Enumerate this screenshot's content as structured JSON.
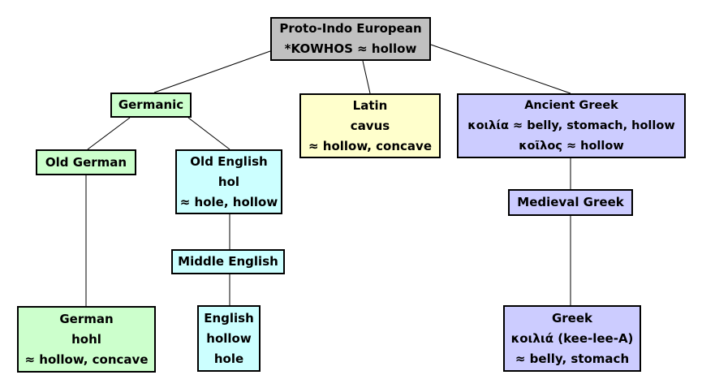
{
  "diagram": {
    "subject": "Etymology tree of the Proto-Indo-European root *KOWHOS (hollow)",
    "colors": {
      "proto_root_fill": "#c0c0c0",
      "germanic_branch_fill": "#ccffcc",
      "english_branch_fill": "#ccffff",
      "latin_branch_fill": "#ffffcc",
      "greek_branch_fill": "#ccccff",
      "border": "#000000",
      "background": "#ffffff",
      "text": "#000000"
    },
    "nodes": {
      "proto_indo_european": {
        "lines": [
          "Proto-Indo European",
          "*KOWHOS ≈ hollow"
        ]
      },
      "germanic": {
        "lines": [
          "Germanic"
        ]
      },
      "old_german": {
        "lines": [
          "Old German"
        ]
      },
      "old_english": {
        "lines": [
          "Old English",
          "hol",
          "≈ hole, hollow"
        ]
      },
      "latin": {
        "lines": [
          "Latin",
          "cavus",
          "≈ hollow, concave"
        ]
      },
      "ancient_greek": {
        "lines": [
          "Ancient Greek",
          "κοιλία ≈ belly, stomach, hollow",
          "κοῖλος ≈ hollow"
        ]
      },
      "medieval_greek": {
        "lines": [
          "Medieval Greek"
        ]
      },
      "middle_english": {
        "lines": [
          "Middle English"
        ]
      },
      "german": {
        "lines": [
          "German",
          "hohl",
          "≈ hollow, concave"
        ]
      },
      "english": {
        "lines": [
          "English",
          "hollow",
          "hole"
        ]
      },
      "greek": {
        "lines": [
          "Greek",
          "κοιλιά (kee-lee-A)",
          "≈ belly, stomach"
        ]
      }
    },
    "edges": [
      {
        "from": "proto_indo_european",
        "to": "germanic"
      },
      {
        "from": "proto_indo_european",
        "to": "latin"
      },
      {
        "from": "proto_indo_european",
        "to": "ancient_greek"
      },
      {
        "from": "germanic",
        "to": "old_german"
      },
      {
        "from": "germanic",
        "to": "old_english"
      },
      {
        "from": "old_german",
        "to": "german"
      },
      {
        "from": "old_english",
        "to": "middle_english"
      },
      {
        "from": "middle_english",
        "to": "english"
      },
      {
        "from": "ancient_greek",
        "to": "medieval_greek"
      },
      {
        "from": "medieval_greek",
        "to": "greek"
      }
    ]
  }
}
